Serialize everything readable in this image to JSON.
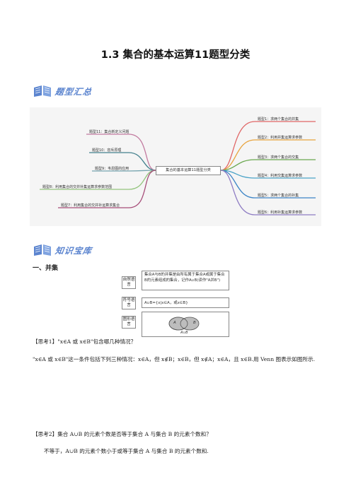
{
  "title": "1.3  集合的基本运算11题型分类",
  "sections": {
    "summary_heading": "题型汇总",
    "knowledge_heading": "知识宝库"
  },
  "mindmap": {
    "center": "集合的基本运算11题型分类",
    "right": [
      "题型1：求两个集合的并集",
      "题型2：利用并集运算求参数",
      "题型3：求两个集合的交集",
      "题型4：利用交集运算求参数",
      "题型5：求两个集合的补集",
      "题型6：利用补集运算求参数"
    ],
    "left": [
      "题型11：集合新定义问题",
      "题型10：容斥原理",
      "题型9：韦恩图的应用",
      "题型8：利用集合的交并补集运算求参数范围",
      "题型7：利用集合的交并补运算求集合"
    ]
  },
  "union": {
    "heading": "一、并集",
    "natural_label": "自然语言",
    "natural_text": "集合A与B的并集是由所有属于集合A或属于集合B的元素组成的集合，记作A∪B(读作\"A并B\")",
    "symbol_label": "符号语言",
    "symbol_text": "A∪B={x|x∈A，或x∈B}",
    "graph_label": "图形语言",
    "venn_a": "A",
    "venn_b": "B",
    "venn_caption": "A∪B"
  },
  "think1": {
    "question": "【思考1】\"x∈A 或 x∈B\"包含哪几种情况？",
    "answer": "\"x∈A 或 x∈B\"这一条件包括下列三种情况：x∈A，但 x∉B；x∈B，但 x∉A；x∈A，且 x∈B.用 Venn 图表示如图所示."
  },
  "think2": {
    "question": "【思考2】集合 A∪B 的元素个数是否等于集合 A 与集合 B 的元素个数和？",
    "answer": "不等于，A∪B 的元素个数小于或等于集合 A 与集合 B 的元素个数和."
  },
  "colors": {
    "accent": "#5b84cf",
    "branches": [
      "#e06666",
      "#e8a33d",
      "#6aa84f",
      "#4aa3c7",
      "#3d85c6",
      "#8e7cc3",
      "#c27ba0",
      "#45818e",
      "#76a5af",
      "#93c47d",
      "#a64d79"
    ]
  }
}
